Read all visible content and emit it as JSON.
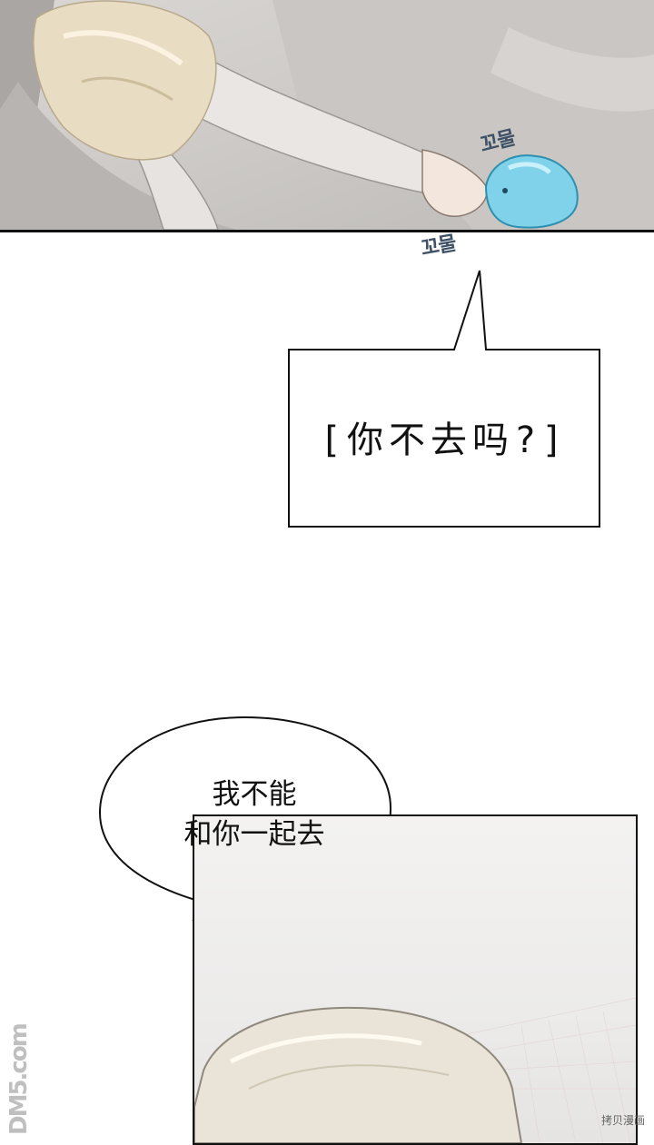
{
  "top_panel": {
    "sfx": [
      "꼬물",
      "꼬물"
    ]
  },
  "speech": {
    "rect_bubble": "[你不去吗?]",
    "oval_bubble_lines": [
      "我不能",
      "和你一起去"
    ]
  },
  "watermarks": {
    "left": "DM5.com",
    "right": "拷贝漫画"
  },
  "colors": {
    "sfx": "#3e5166",
    "slime": "#7fd2ea",
    "hair": "#e8dcc3",
    "outline": "#111111"
  }
}
